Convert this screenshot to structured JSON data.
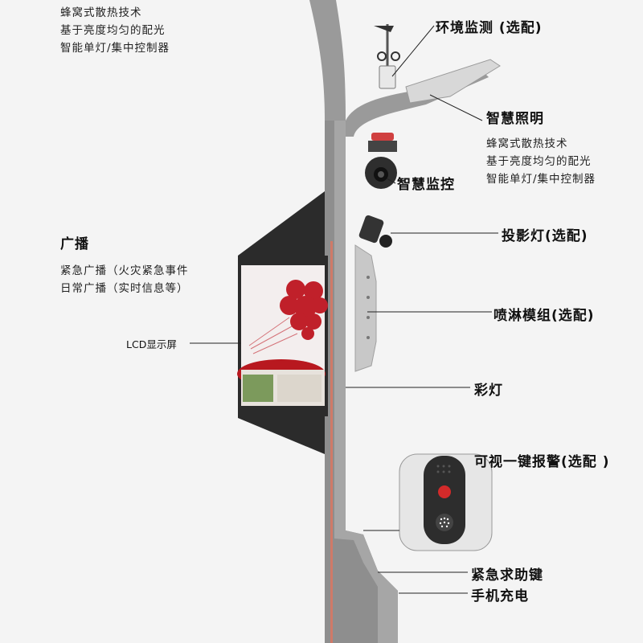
{
  "top_left_features": [
    "蜂窝式散热技术",
    "基于亮度均匀的配光",
    "智能单灯/集中控制器"
  ],
  "labels": {
    "env_monitor": "环境监测 (选配)",
    "smart_lighting": "智慧照明",
    "smart_lighting_features": [
      "蜂窝式散热技术",
      "基于亮度均匀的配光",
      "智能单灯/集中控制器"
    ],
    "smart_monitor": "智慧监控",
    "projector_light": "投影灯(选配)",
    "broadcast": "广播",
    "broadcast_features": [
      "紧急广播（火灾紧急事件",
      "日常广播（实时信息等）"
    ],
    "spray_module": "喷淋模组(选配)",
    "lcd_screen": "LCD显示屏",
    "color_light": "彩灯",
    "video_alarm": "可视一键报警(选配 )",
    "emergency_button": "紧急求助键",
    "phone_charging": "手机充电"
  },
  "colors": {
    "pole": "#8f8f8f",
    "pole_light": "#b4b4b4",
    "accent_strip": "#d07a68",
    "screen_frame": "#2b2b2b",
    "panel": "#c8c8c8",
    "heart": "#c0202a"
  }
}
